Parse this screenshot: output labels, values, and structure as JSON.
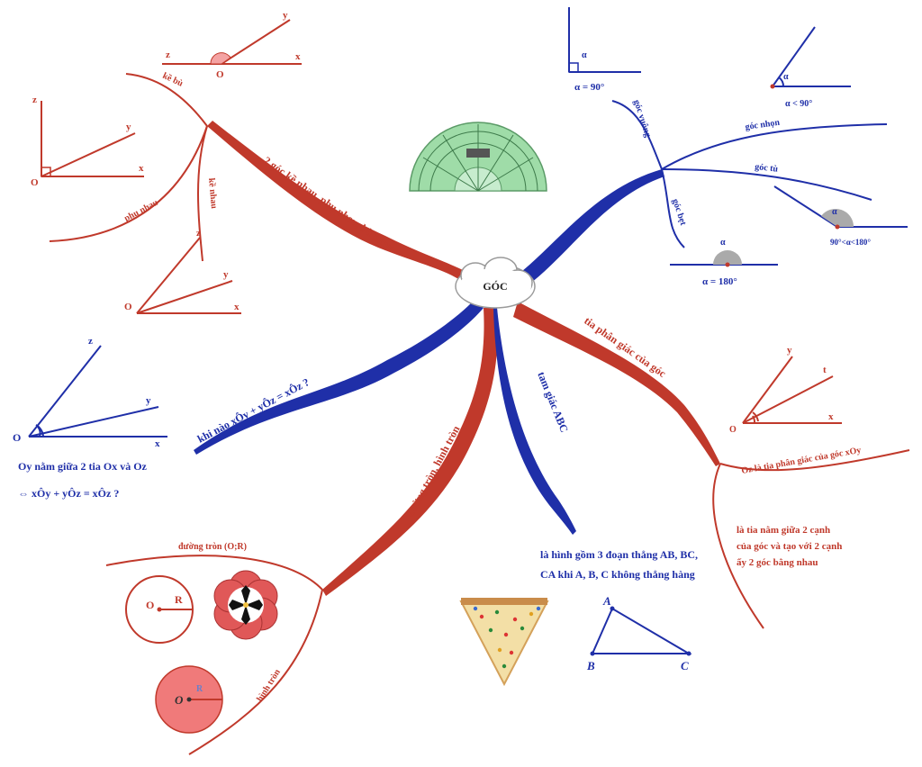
{
  "center": {
    "label": "GÓC"
  },
  "branches": {
    "adjacent": "2 góc kề nhau, phụ nhau, bù nhau",
    "sum": "khi nào xÔy + yÔz = xÔz ?",
    "circle": "đường tròn, hình tròn",
    "triangle": "tam giác ABC",
    "bisector": "tia phân giác của góc",
    "kinds": {
      "right": "góc vuông",
      "acute": "góc nhọn",
      "obtuse": "góc tù",
      "straight": "góc bẹt"
    }
  },
  "sub": {
    "supplementary": "kề bù",
    "complementary": "phụ nhau",
    "adjacent": "kề nhau",
    "circle": "đường tròn (O;R)",
    "disk": "hình tròn",
    "bisector_def": "Oz là tia phân giác của góc xOy"
  },
  "notes": {
    "sum_condition_1": "Oy nằm giữa 2 tia Ox và Oz",
    "sum_condition_2": "⇔ xÔy + yÔz = xÔz ?",
    "triangle_def_1": "là hình gồm 3 đoạn thẳng AB, BC,",
    "triangle_def_2": "CA khi A, B, C không thẳng hàng",
    "bisector_def_1": "là tia nằm giữa 2 cạnh",
    "bisector_def_2": "của góc và tạo với 2 cạnh",
    "bisector_def_3": "ấy 2 góc bằng nhau"
  },
  "angle_labels": {
    "right": "α = 90°",
    "acute": "α < 90°",
    "obtuse": "90°<α<180°",
    "straight": "α = 180°",
    "alpha": "α"
  },
  "points": {
    "O": "O",
    "x": "x",
    "y": "y",
    "z": "z",
    "t": "t",
    "A": "A",
    "B": "B",
    "C": "C",
    "R": "R"
  },
  "colors": {
    "red": "#c0392b",
    "blue": "#1f2fa8",
    "fill_pink": "#f07a7a",
    "protractor": "#9fdca8"
  }
}
